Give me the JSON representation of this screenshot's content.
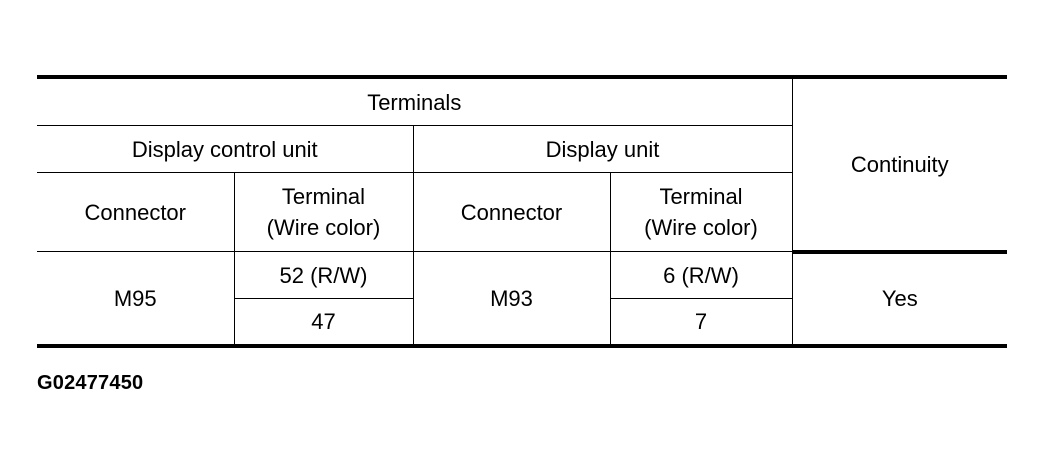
{
  "table": {
    "header": {
      "terminals": "Terminals",
      "continuity": "Continuity",
      "display_control_unit": "Display control unit",
      "display_unit": "Display unit",
      "connector_1": "Connector",
      "terminal_1_line1": "Terminal",
      "terminal_1_line2": "(Wire color)",
      "connector_2": "Connector",
      "terminal_2_line1": "Terminal",
      "terminal_2_line2": "(Wire color)"
    },
    "rows": {
      "connector_1": "M95",
      "terminal_1_a": "52 (R/W)",
      "terminal_1_b": "47",
      "connector_2": "M93",
      "terminal_2_a": "6 (R/W)",
      "terminal_2_b": "7",
      "continuity": "Yes"
    }
  },
  "figure_id": "G02477450"
}
